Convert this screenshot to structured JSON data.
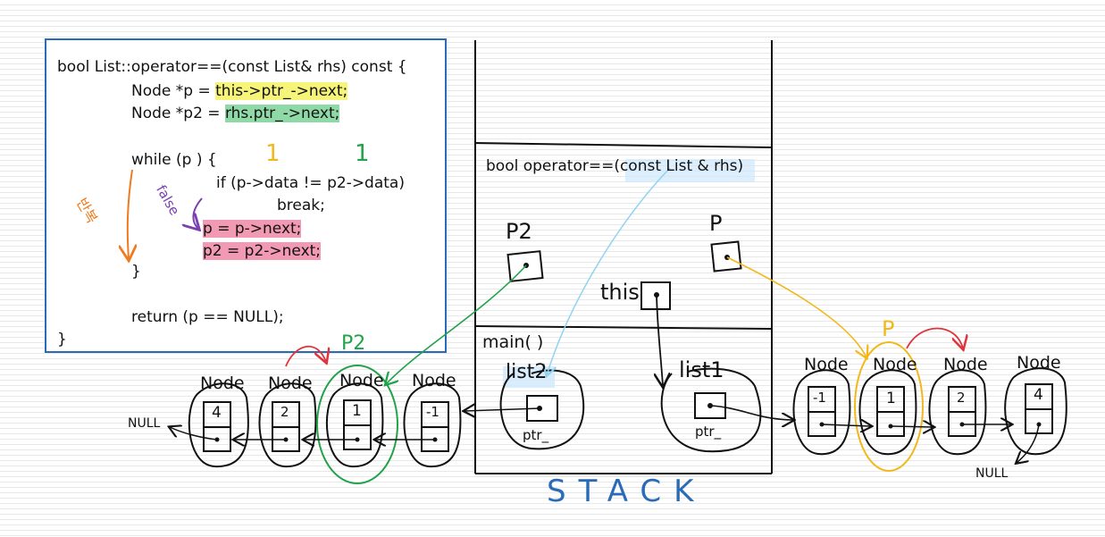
{
  "code": {
    "line1": "bool List::operator==(const List& rhs) const {",
    "line2_prefix": "Node *p = ",
    "line2_hl": "this->ptr_->next;",
    "line3_prefix": "Node *p2 = ",
    "line3_hl": "rhs.ptr_->next;",
    "line4": "while (p ) {",
    "line5": "if (p->data != p2->data)",
    "line6": "break;",
    "line7": "p = p->next;",
    "line8": "p2 = p2->next;",
    "line9": "}",
    "line10": "return (p == NULL);",
    "line11": "}",
    "annot_one_a": "1",
    "annot_one_b": "1",
    "annot_false": "false",
    "annot_repeat": "반복"
  },
  "stack": {
    "frame_title": "bool operator==(const List & rhs)",
    "label_p2": "P2",
    "label_p": "P",
    "label_this": "this",
    "main_label": "main( )",
    "list2_label": "list2",
    "list1_label": "list1",
    "ptr_label_1": "ptr_",
    "ptr_label_2": "ptr_",
    "caption": "STACK"
  },
  "left_list": {
    "node_word": "Node",
    "values": [
      "4",
      "2",
      "1",
      "-1"
    ],
    "null_label": "NULL",
    "p2_marker": "P2"
  },
  "right_list": {
    "node_word": "Node",
    "values": [
      "-1",
      "1",
      "2",
      "4"
    ],
    "null_label": "NULL",
    "p_marker": "P"
  },
  "colors": {
    "box_border": "#2a6bb8",
    "highlight_yellow": "#f6f57a",
    "highlight_green": "#8ed9a6",
    "highlight_pink": "#f29ab4",
    "orange": "#f07b1e",
    "purple": "#7a3fb0",
    "green_marker": "#22a24a",
    "yellow_marker": "#f2b81b",
    "red_arrow": "#e0343c",
    "light_blue": "#8fd3f0",
    "stack_caption": "#2a6bb8"
  }
}
